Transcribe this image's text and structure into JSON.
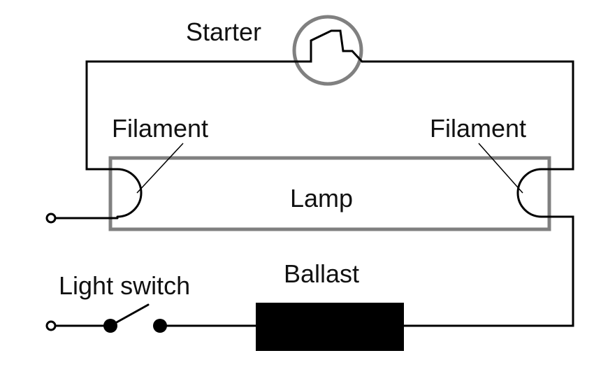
{
  "labels": {
    "starter": "Starter",
    "filament_left": "Filament",
    "filament_right": "Filament",
    "lamp": "Lamp",
    "ballast": "Ballast",
    "light_switch": "Light switch"
  },
  "colors": {
    "wire": "#000000",
    "lamp_outline": "#808080",
    "starter_outline": "#808080",
    "ballast_fill": "#000000",
    "background": "#ffffff"
  }
}
